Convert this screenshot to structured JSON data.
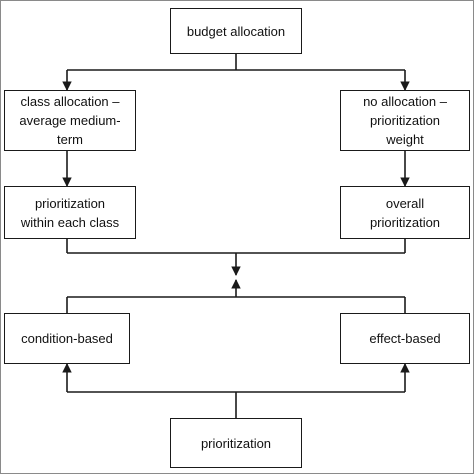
{
  "nodes": {
    "budget_allocation": "budget allocation",
    "class_allocation": "class allocation –\naverage medium-\nterm",
    "no_allocation": "no allocation –\nprioritization\nweight",
    "prioritization_within_class": "prioritization\nwithin each class",
    "overall_prioritization": "overall\nprioritization",
    "condition_based": "condition-based",
    "effect_based": "effect-based",
    "prioritization": "prioritization"
  },
  "colors": {
    "line": "#1a1a1a",
    "border": "#8a8a8a",
    "background": "#ffffff"
  }
}
